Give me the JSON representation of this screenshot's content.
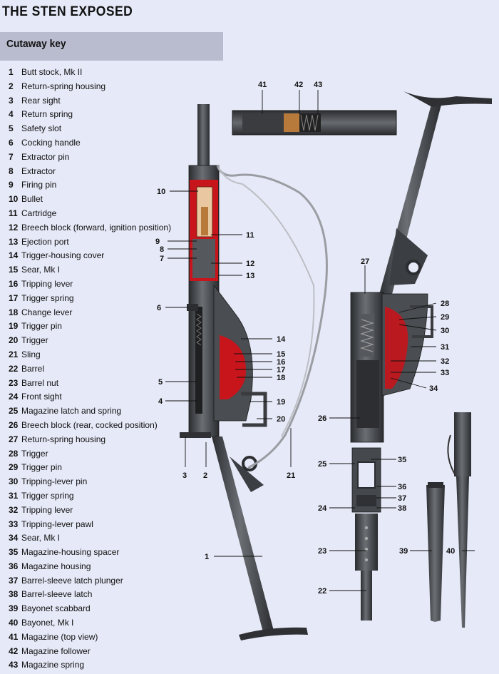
{
  "title": "THE STEN EXPOSED",
  "key_header": "Cutaway key",
  "key": [
    {
      "num": "1",
      "label": "Butt stock, Mk II"
    },
    {
      "num": "2",
      "label": "Return-spring housing"
    },
    {
      "num": "3",
      "label": "Rear sight"
    },
    {
      "num": "4",
      "label": "Return spring"
    },
    {
      "num": "5",
      "label": "Safety slot"
    },
    {
      "num": "6",
      "label": "Cocking handle"
    },
    {
      "num": "7",
      "label": "Extractor pin"
    },
    {
      "num": "8",
      "label": "Extractor"
    },
    {
      "num": "9",
      "label": "Firing pin"
    },
    {
      "num": "10",
      "label": "Bullet"
    },
    {
      "num": "11",
      "label": "Cartridge"
    },
    {
      "num": "12",
      "label": "Breech block (forward, ignition position)"
    },
    {
      "num": "13",
      "label": "Ejection port"
    },
    {
      "num": "14",
      "label": "Trigger-housing cover"
    },
    {
      "num": "15",
      "label": "Sear, Mk I"
    },
    {
      "num": "16",
      "label": "Tripping lever"
    },
    {
      "num": "17",
      "label": "Trigger spring"
    },
    {
      "num": "18",
      "label": "Change lever"
    },
    {
      "num": "19",
      "label": "Trigger pin"
    },
    {
      "num": "20",
      "label": "Trigger"
    },
    {
      "num": "21",
      "label": "Sling"
    },
    {
      "num": "22",
      "label": "Barrel"
    },
    {
      "num": "23",
      "label": "Barrel nut"
    },
    {
      "num": "24",
      "label": "Front sight"
    },
    {
      "num": "25",
      "label": "Magazine latch and spring"
    },
    {
      "num": "26",
      "label": "Breech block (rear, cocked position)"
    },
    {
      "num": "27",
      "label": "Return-spring housing"
    },
    {
      "num": "28",
      "label": "Trigger"
    },
    {
      "num": "29",
      "label": "Trigger pin"
    },
    {
      "num": "30",
      "label": "Tripping-lever pin"
    },
    {
      "num": "31",
      "label": "Trigger spring"
    },
    {
      "num": "32",
      "label": "Tripping lever"
    },
    {
      "num": "33",
      "label": "Tripping-lever pawl"
    },
    {
      "num": "34",
      "label": "Sear, Mk I"
    },
    {
      "num": "35",
      "label": "Magazine-housing spacer"
    },
    {
      "num": "36",
      "label": "Magazine housing"
    },
    {
      "num": "37",
      "label": "Barrel-sleeve latch plunger"
    },
    {
      "num": "38",
      "label": "Barrel-sleeve latch"
    },
    {
      "num": "39",
      "label": "Bayonet scabbard"
    },
    {
      "num": "40",
      "label": "Bayonet, Mk I"
    },
    {
      "num": "41",
      "label": "Magazine (top view)"
    },
    {
      "num": "42",
      "label": "Magazine follower"
    },
    {
      "num": "43",
      "label": "Magazine spring"
    }
  ],
  "callouts": {
    "c1": "1",
    "c2": "2",
    "c3": "3",
    "c4": "4",
    "c5": "5",
    "c6": "6",
    "c7": "7",
    "c8": "8",
    "c9": "9",
    "c10": "10",
    "c11": "11",
    "c12": "12",
    "c13": "13",
    "c14": "14",
    "c15": "15",
    "c16": "16",
    "c17": "17",
    "c18": "18",
    "c19": "19",
    "c20": "20",
    "c21": "21",
    "c22": "22",
    "c23": "23",
    "c24": "24",
    "c25": "25",
    "c26": "26",
    "c27": "27",
    "c28": "28",
    "c29": "29",
    "c30": "30",
    "c31": "31",
    "c32": "32",
    "c33": "33",
    "c34": "34",
    "c35": "35",
    "c36": "36",
    "c37": "37",
    "c38": "38",
    "c39": "39",
    "c40": "40",
    "c41": "41",
    "c42": "42",
    "c43": "43"
  },
  "colors": {
    "background": "#e6e9f7",
    "header_bar": "#b9bcce",
    "metal": "#3f4245",
    "cutaway_red": "#c8141b"
  }
}
